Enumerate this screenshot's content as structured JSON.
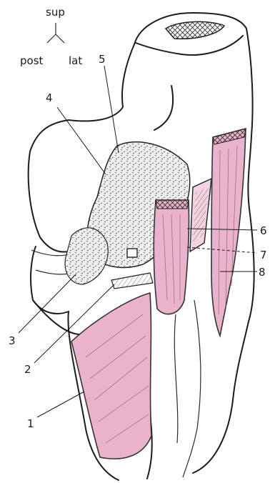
{
  "orientation": {
    "sup": "sup",
    "post": "post",
    "lat": "lat"
  },
  "labels": [
    "1",
    "2",
    "3",
    "4",
    "5",
    "6",
    "7",
    "8"
  ],
  "colors": {
    "muscle_fill": "#ebb3cb",
    "line": "#1c1c1c",
    "background": "#ffffff"
  }
}
